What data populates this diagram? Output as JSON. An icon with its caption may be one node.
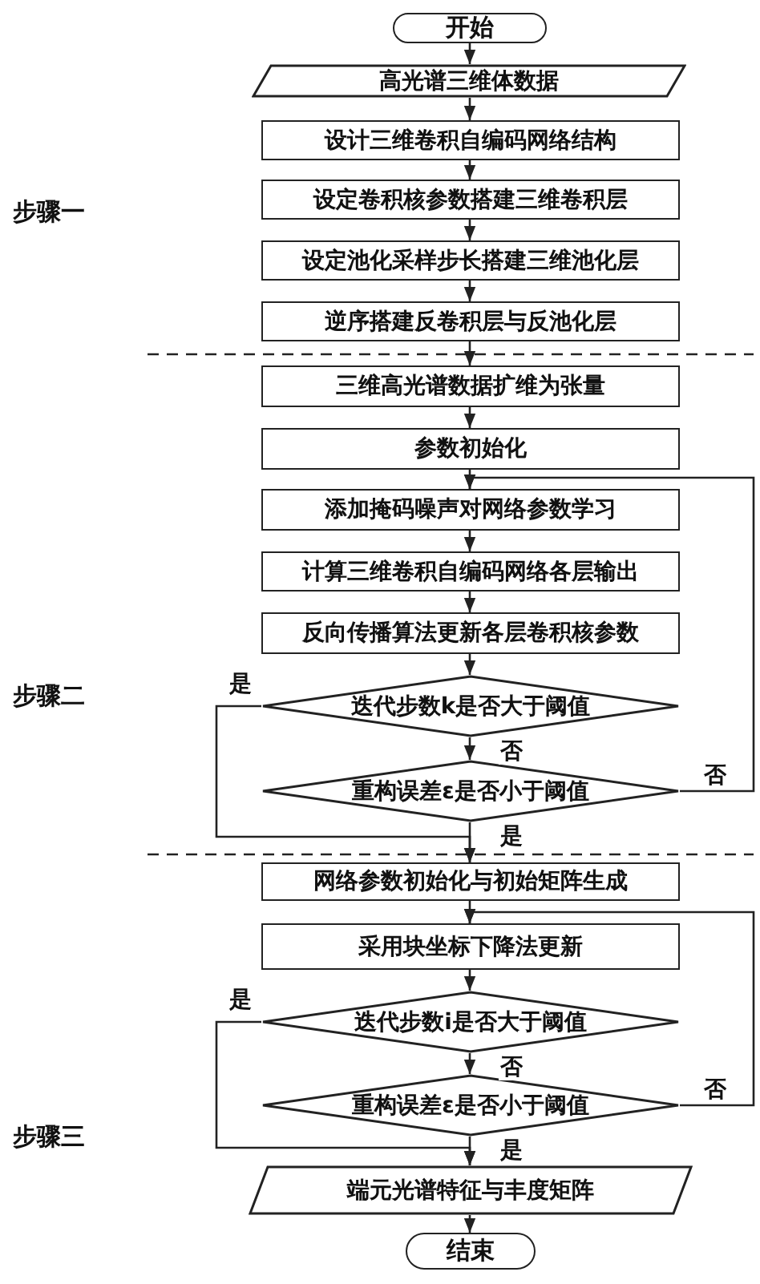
{
  "diagram": {
    "nodes": [
      {
        "text": [
          "开始"
        ]
      },
      {
        "text": [
          "高光谱三维体数据"
        ]
      },
      {
        "text": [
          "设计三维卷积自编码网络结构"
        ]
      },
      {
        "text": [
          "设定卷积核参数搭建三维卷积层"
        ]
      },
      {
        "text": [
          "设定池化采样步长搭建三维池化层"
        ]
      },
      {
        "text": [
          "逆序搭建反卷积层与反池化层"
        ]
      },
      {
        "text": [
          "三维高光谱数据扩维为张量"
        ]
      },
      {
        "text": [
          "参数初始化"
        ]
      },
      {
        "text": [
          "添加掩码噪声对网络参数学习"
        ]
      },
      {
        "text": [
          "计算三维卷积自编码网络各层输出"
        ]
      },
      {
        "text": [
          "反向传播算法更新各层卷积核参数"
        ]
      },
      {
        "text": [
          "迭代步数k是否大于阈值"
        ]
      },
      {
        "text": [
          "重构误差ε是否小于阈值"
        ]
      },
      {
        "text": [
          "网络参数初始化与初始矩阵生成"
        ]
      },
      {
        "text": [
          "采用块坐标下降法更新"
        ]
      },
      {
        "text": [
          "迭代步数i是否大于阈值"
        ]
      },
      {
        "text": [
          "重构误差ε是否小于阈值"
        ]
      },
      {
        "text": [
          "端元光谱特征与丰度矩阵"
        ]
      },
      {
        "text": [
          "结束"
        ]
      }
    ],
    "edges": [
      {
        "from": 0,
        "to": 1,
        "arrow": "to"
      },
      {
        "from": 1,
        "to": 2,
        "arrow": "to"
      },
      {
        "from": 2,
        "to": 3,
        "arrow": "to"
      },
      {
        "from": 3,
        "to": 4,
        "arrow": "to"
      },
      {
        "from": 4,
        "to": 5,
        "arrow": "to"
      },
      {
        "from": 5,
        "to": 6,
        "arrow": "to"
      },
      {
        "from": 6,
        "to": 7,
        "arrow": "to"
      },
      {
        "from": 7,
        "to": 8,
        "arrow": "to"
      },
      {
        "from": 8,
        "to": 9,
        "arrow": "to"
      },
      {
        "from": 9,
        "to": 10,
        "arrow": "to"
      },
      {
        "from": 10,
        "to": 11,
        "arrow": "to"
      },
      {
        "from": 11,
        "to": 12,
        "arrow": "to",
        "label": "否"
      },
      {
        "from": 12,
        "to": 8,
        "arrow": "to",
        "label": "否"
      },
      {
        "from": 11,
        "to": 13,
        "arrow": "to",
        "label": "是"
      },
      {
        "from": 12,
        "to": 13,
        "arrow": "to",
        "label": "是"
      },
      {
        "from": 13,
        "to": 14,
        "arrow": "to"
      },
      {
        "from": 14,
        "to": 15,
        "arrow": "to"
      },
      {
        "from": 15,
        "to": 16,
        "arrow": "to",
        "label": "否"
      },
      {
        "from": 16,
        "to": 14,
        "arrow": "to",
        "label": "否"
      },
      {
        "from": 15,
        "to": 17,
        "arrow": "to",
        "label": "是"
      },
      {
        "from": 16,
        "to": 17,
        "arrow": "to",
        "label": "是"
      },
      {
        "from": 17,
        "to": 18,
        "arrow": "to"
      }
    ],
    "labels": [
      "步骤一",
      "步骤二",
      "步骤三"
    ]
  }
}
